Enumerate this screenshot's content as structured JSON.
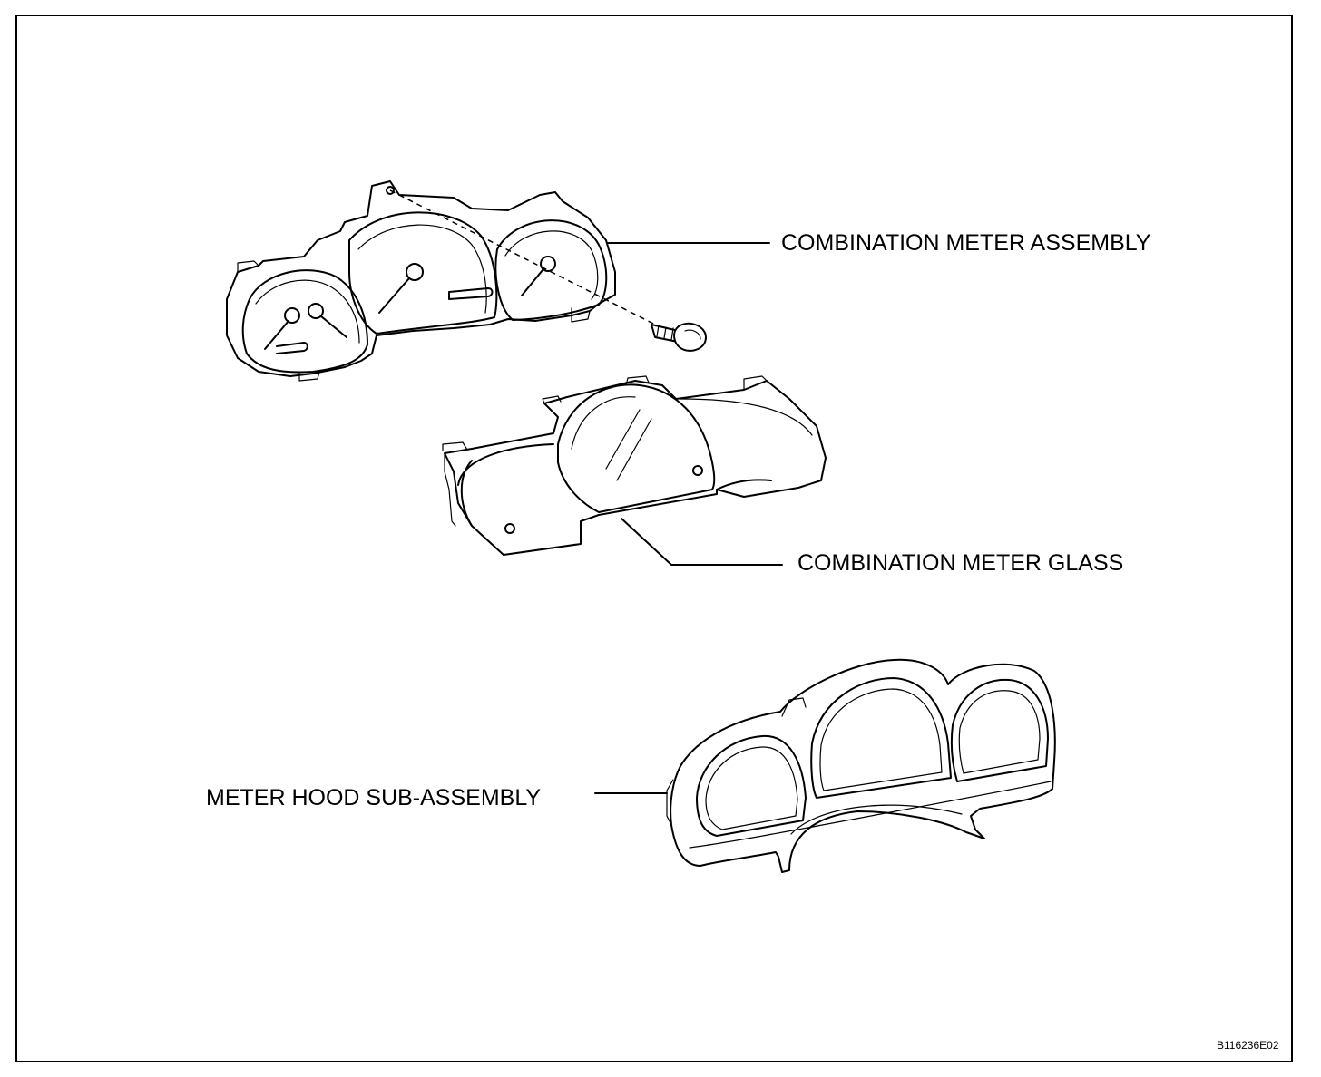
{
  "diagram": {
    "labels": {
      "combination_meter_assembly": "COMBINATION METER ASSEMBLY",
      "combination_meter_glass": "COMBINATION METER GLASS",
      "meter_hood_sub_assembly": "METER HOOD SUB-ASSEMBLY"
    },
    "figure_code": "B116236E02"
  }
}
